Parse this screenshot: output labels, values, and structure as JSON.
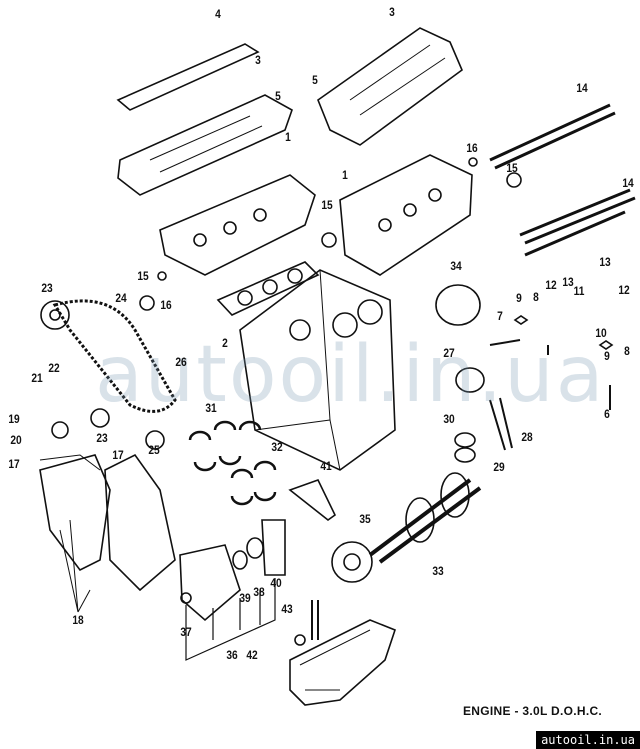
{
  "diagram": {
    "title": "ENGINE - 3.0L D.O.H.C.",
    "watermark": "autooil.in.ua",
    "source_badge": "autooil.in.ua",
    "callouts": [
      "4",
      "3",
      "3",
      "5",
      "5",
      "1",
      "14",
      "16",
      "15",
      "1",
      "15",
      "14",
      "34",
      "23",
      "15",
      "16",
      "24",
      "9",
      "8",
      "7",
      "12",
      "13",
      "11",
      "13",
      "12",
      "10",
      "8",
      "9",
      "6",
      "2",
      "22",
      "21",
      "26",
      "27",
      "19",
      "20",
      "23",
      "25",
      "31",
      "28",
      "30",
      "29",
      "32",
      "17",
      "17",
      "41",
      "35",
      "33",
      "18",
      "37",
      "39",
      "38",
      "40",
      "36",
      "43",
      "42"
    ]
  }
}
